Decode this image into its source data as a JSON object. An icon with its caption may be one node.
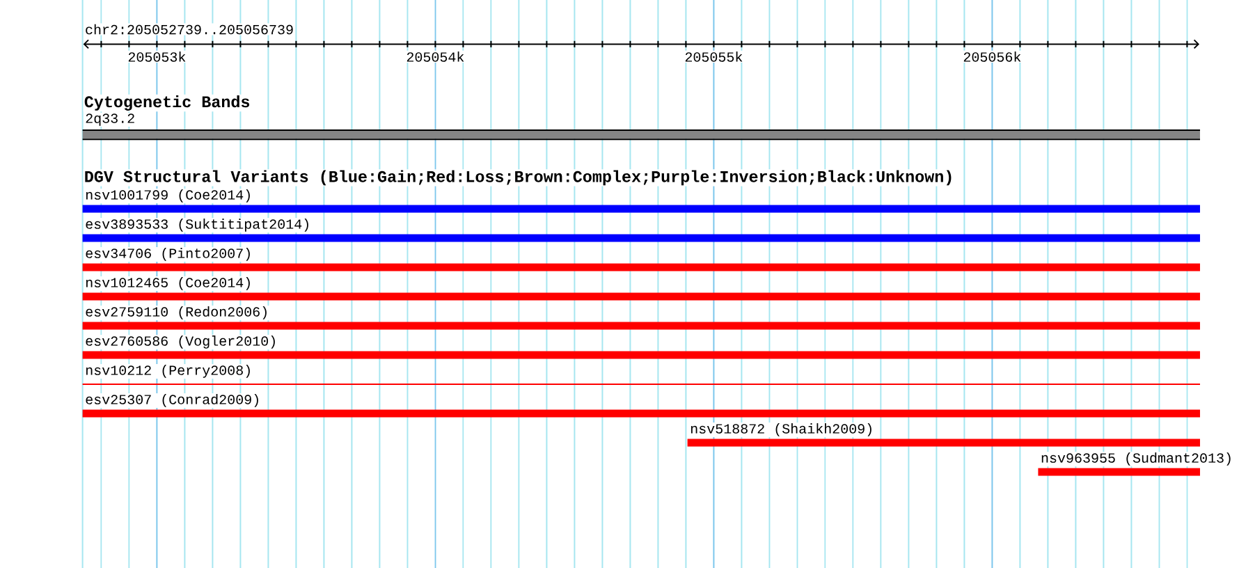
{
  "diagram": {
    "nodes": [
      {
        "text": [
          "Cytogenetic Bands",
          "2q33.2"
        ]
      },
      {
        "text": [
          "nsv1001799 (Coe2014)"
        ]
      },
      {
        "text": [
          "esv3893533 (Suktitipat2014)"
        ]
      },
      {
        "text": [
          "esv34706 (Pinto2007)"
        ]
      },
      {
        "text": [
          "nsv1012465 (Coe2014)"
        ]
      },
      {
        "text": [
          "esv2759110 (Redon2006)"
        ]
      },
      {
        "text": [
          "esv2760586 (Vogler2010)"
        ]
      },
      {
        "text": [
          "nsv10212 (Perry2008)"
        ]
      },
      {
        "text": [
          "esv25307 (Conrad2009)"
        ]
      },
      {
        "text": [
          "nsv518872 (Shaikh2009)"
        ]
      },
      {
        "text": [
          "nsv963955 (Sudmant2013)"
        ]
      }
    ],
    "labels": [
      "chr2:205052739..205056739",
      "205053k",
      "205054k",
      "205055k",
      "205056k",
      "DGV Structural Variants (Blue:Gain;Red:Loss;Brown:Complex;Purple:Inversion;Black:Unknown)"
    ]
  }
}
